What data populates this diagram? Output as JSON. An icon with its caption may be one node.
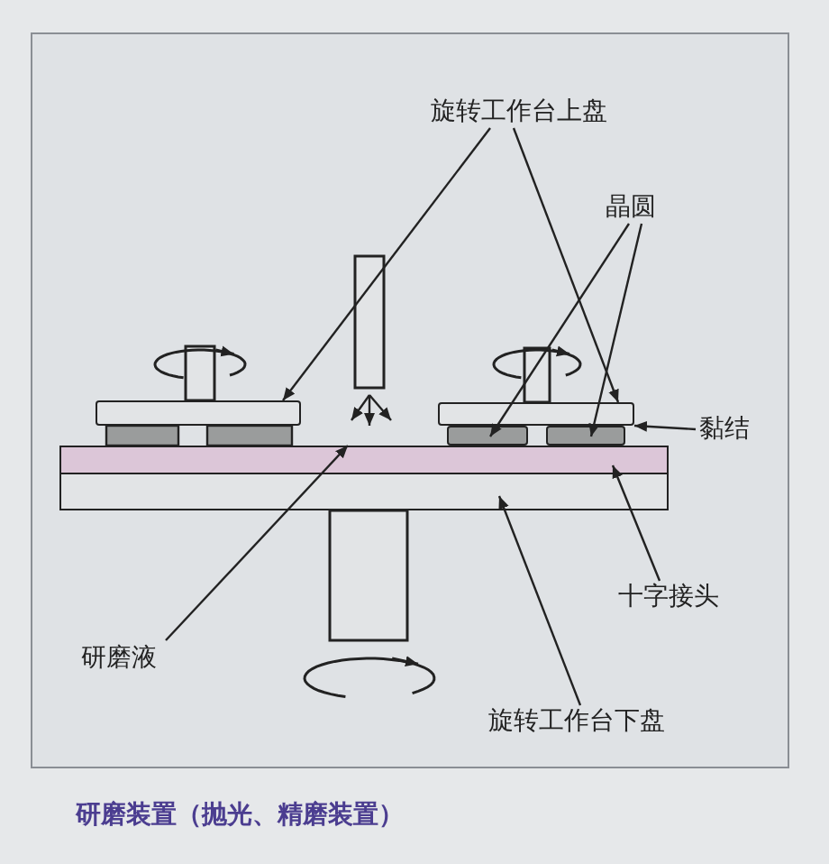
{
  "diagram": {
    "caption": "研磨装置（抛光、精磨装置）",
    "nodes": [
      {
        "text": [
          "旋转工作台上盘"
        ]
      },
      {
        "text": [],
        "shape": "box"
      },
      {
        "text": [],
        "shape": "box"
      },
      {
        "text": [
          "晶圆"
        ]
      },
      {
        "text": [],
        "shape": "box"
      },
      {
        "text": [],
        "shape": "box"
      },
      {
        "text": [
          "黏结"
        ]
      },
      {
        "text": [
          "研磨液"
        ]
      },
      {
        "text": [],
        "shape": "bar"
      },
      {
        "text": [
          "十字接头"
        ]
      },
      {
        "text": [],
        "shape": "bar"
      },
      {
        "text": [
          "旋转工作台下盘"
        ]
      }
    ],
    "edges": [
      {
        "from": 0,
        "to": 1,
        "arrow": "to"
      },
      {
        "from": 0,
        "to": 2,
        "arrow": "to"
      },
      {
        "from": 3,
        "to": 4,
        "arrow": "to"
      },
      {
        "from": 3,
        "to": 5,
        "arrow": "to"
      },
      {
        "from": 6,
        "to": 2,
        "arrow": "to"
      },
      {
        "from": 7,
        "to": 8,
        "arrow": "to"
      },
      {
        "from": 9,
        "to": 8,
        "arrow": "to"
      },
      {
        "from": 11,
        "to": 10,
        "arrow": "to"
      }
    ]
  }
}
